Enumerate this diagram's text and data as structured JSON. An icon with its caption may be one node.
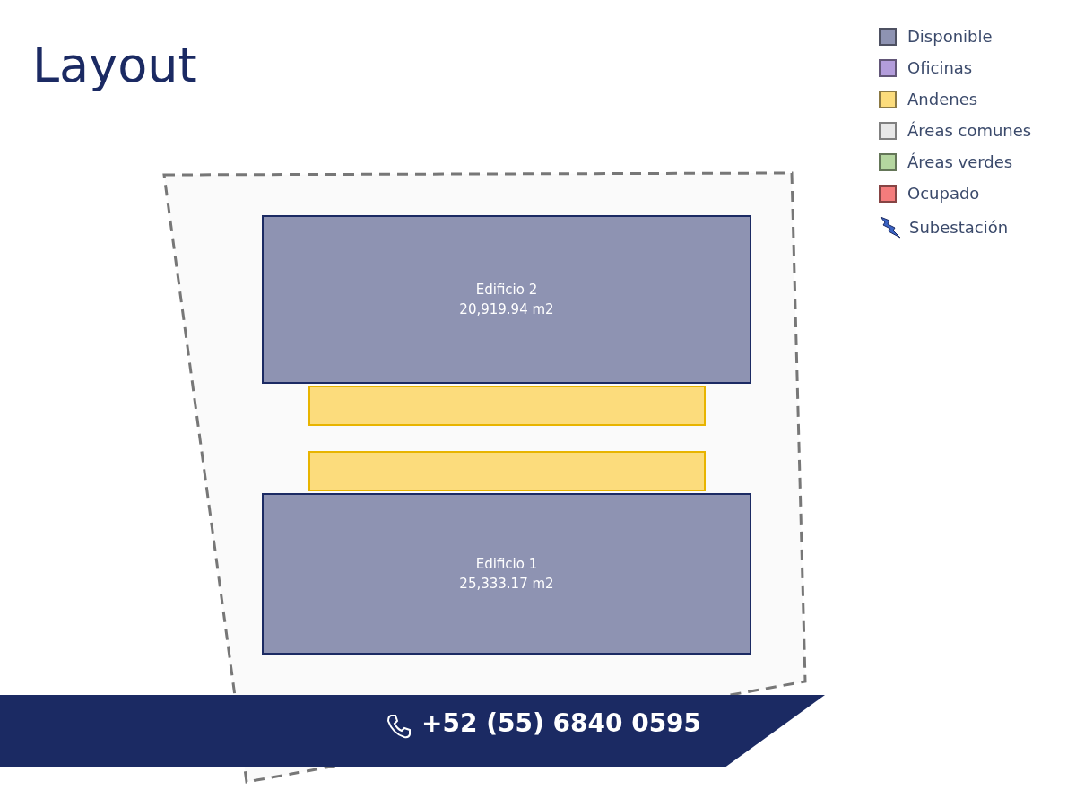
{
  "diagram": {
    "title": "Layout",
    "nodes": [
      {
        "text": [
          "Edificio 2",
          "20,919.94 m2"
        ]
      },
      {
        "text": [],
        "shape": "bar"
      },
      {
        "text": [],
        "shape": "bar"
      },
      {
        "text": [
          "Edificio 1",
          "25,333.17 m2"
        ]
      }
    ],
    "edges": [],
    "labels": [
      "+52 (55) 6840 0595"
    ],
    "legend": [
      {
        "text": "Disponible",
        "color": "#8e93b2"
      },
      {
        "text": "Oficinas",
        "color": "#b39ddb"
      },
      {
        "text": "Andenes",
        "color": "#fcdc7c"
      },
      {
        "text": "Áreas comunes",
        "color": "#e8e8e8"
      },
      {
        "text": "Áreas verdes",
        "color": "#b5d6a0"
      },
      {
        "text": "Ocupado",
        "color": "#f47c7c"
      },
      {
        "text": "Subestación"
      }
    ]
  }
}
